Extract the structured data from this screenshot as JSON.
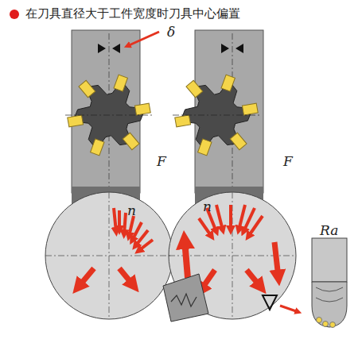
{
  "diagram": {
    "title": "在刀具直径大于工件宽度时刀具中心偏置",
    "labels": [
      "δ",
      "F",
      "F",
      "n",
      "n",
      "Ra"
    ]
  }
}
